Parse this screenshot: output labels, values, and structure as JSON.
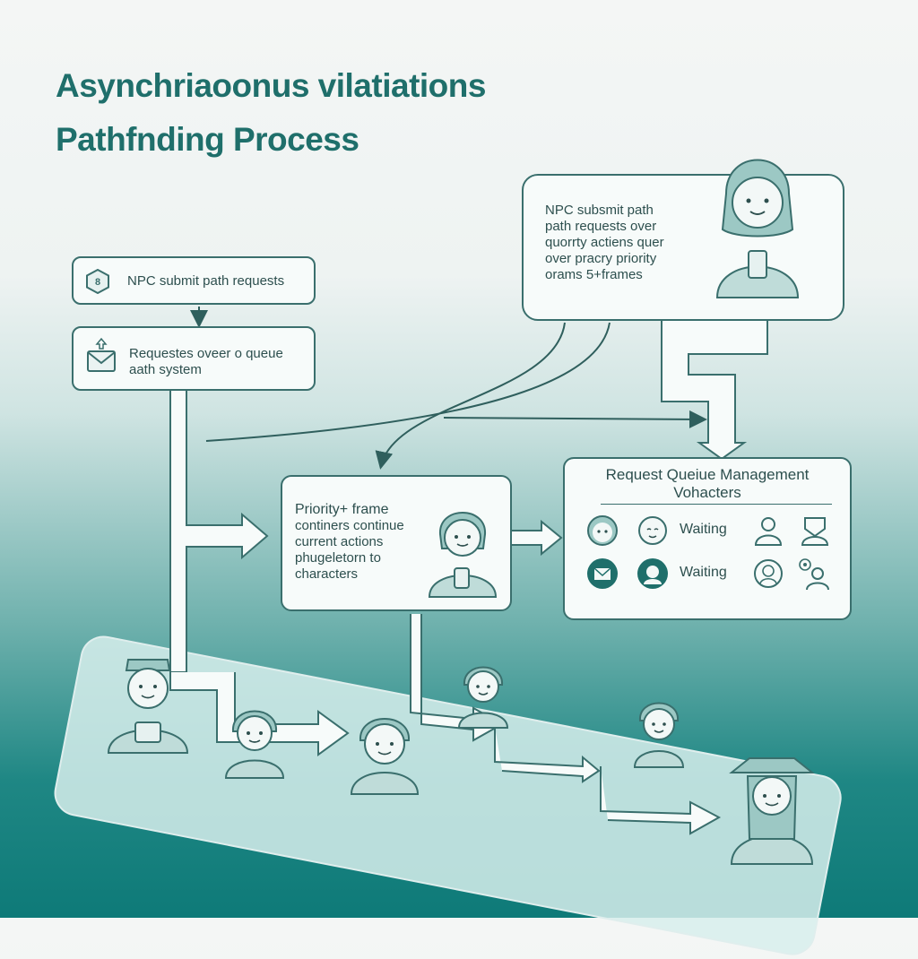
{
  "title": {
    "line1": "Asynchriaoonus vilatiations",
    "line2": "Pathfnding Process"
  },
  "step1": {
    "icon": "hexagon-chip-icon",
    "label": "NPC submit path requests"
  },
  "step2": {
    "icon": "envelope-icon",
    "label_line1": "Requestes oveer o queue",
    "label_line2": "aath system"
  },
  "callout": {
    "lines": [
      "NPC subsmit path",
      "path requests over",
      "quorrty actiens quer",
      "over pracry priority",
      "orams 5+frames"
    ]
  },
  "priority": {
    "title": "Priority+ frame",
    "lines": [
      "continers continue",
      "current actions",
      "phugeletorn to",
      "characters"
    ]
  },
  "queue": {
    "title_line1": "Request Queiue Management",
    "title_line2": "Vohacters",
    "row1_status": "Waiting",
    "row2_status": "Waiting"
  },
  "colors": {
    "accent": "#1f6f6b",
    "stroke": "#3a6f6d",
    "teal_dark": "#0e7a78"
  }
}
